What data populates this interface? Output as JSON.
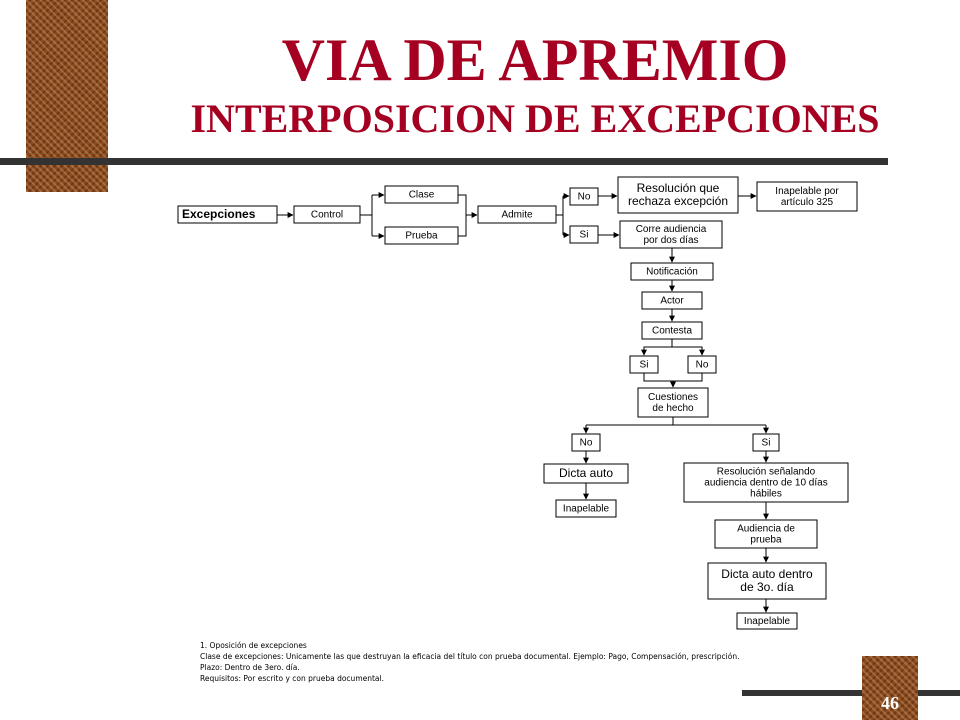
{
  "slide": {
    "title": "VIA DE APREMIO",
    "subtitle": "INTERPOSICION DE EXCEPCIONES",
    "page_number": "46",
    "colors": {
      "title": "#a50021",
      "accent_texture": "#8a4b1e",
      "rule": "#333333"
    }
  },
  "diagram": {
    "nodes": {
      "excepciones": [
        "Excepciones"
      ],
      "control": [
        "Control"
      ],
      "clase": [
        "Clase"
      ],
      "prueba": [
        "Prueba"
      ],
      "admite": [
        "Admite"
      ],
      "no_top": [
        "No"
      ],
      "si_top": [
        "Si"
      ],
      "resolucion_rechaza": [
        "Resolución que",
        "rechaza excepción"
      ],
      "inapelable_325": [
        "Inapelable por",
        "artículo 325"
      ],
      "corre_audiencia": [
        "Corre audiencia",
        "por dos días"
      ],
      "notificacion": [
        "Notificación"
      ],
      "actor": [
        "Actor"
      ],
      "contesta": [
        "Contesta"
      ],
      "si_contesta": [
        "Si"
      ],
      "no_contesta": [
        "No"
      ],
      "cuestiones": [
        "Cuestiones",
        "de hecho"
      ],
      "no_hecho": [
        "No"
      ],
      "si_hecho": [
        "Si"
      ],
      "dicta_auto": [
        "Dicta auto"
      ],
      "inapelable_a": [
        "Inapelable"
      ],
      "resolucion_audiencia": [
        "Resolución señalando",
        "audiencia dentro de 10 días",
        "hábiles"
      ],
      "audiencia_prueba": [
        "Audiencia de",
        "prueba"
      ],
      "dicta_auto_3": [
        "Dicta auto dentro",
        "de 3o. día"
      ],
      "inapelable_b": [
        "Inapelable"
      ]
    }
  },
  "notes": {
    "line1": "1.  Oposición de excepciones",
    "line2": "Clase de excepciones: Unicamente las que destruyan la eficacia del título con prueba documental.  Ejemplo: Pago, Compensación, prescripción.",
    "line3": "Plazo: Dentro de 3ero. día.",
    "line4": "Requisitos: Por escrito y con prueba documental."
  }
}
